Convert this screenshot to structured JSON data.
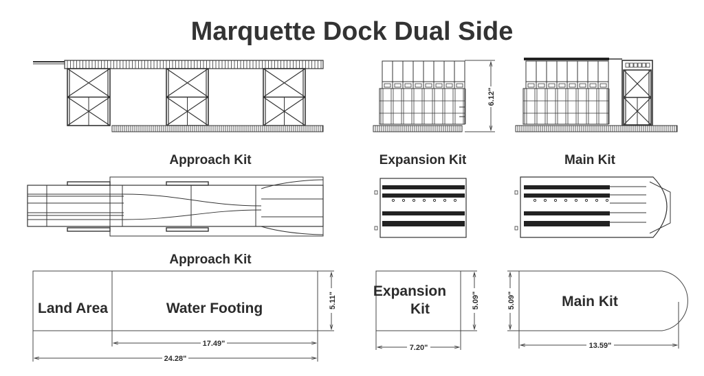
{
  "title": "Marquette Dock Dual Side",
  "labels": {
    "approach_elevation": "Approach Kit",
    "expansion_elevation": "Expansion Kit",
    "main_elevation": "Main Kit",
    "approach_top": "Approach Kit"
  },
  "footprints": {
    "approach": {
      "land_area": "Land Area",
      "water_footing": "Water Footing",
      "height_dim": "5.11\"",
      "water_length_dim": "17.49\"",
      "total_length_dim": "24.28\""
    },
    "expansion": {
      "label_line1": "Expansion",
      "label_line2": "Kit",
      "height_dim": "5.09\"",
      "length_dim": "7.20\""
    },
    "main": {
      "label": "Main Kit",
      "height_dim": "5.09\"",
      "length_dim": "13.59\""
    }
  },
  "elevation_height_dim": "6.12\""
}
